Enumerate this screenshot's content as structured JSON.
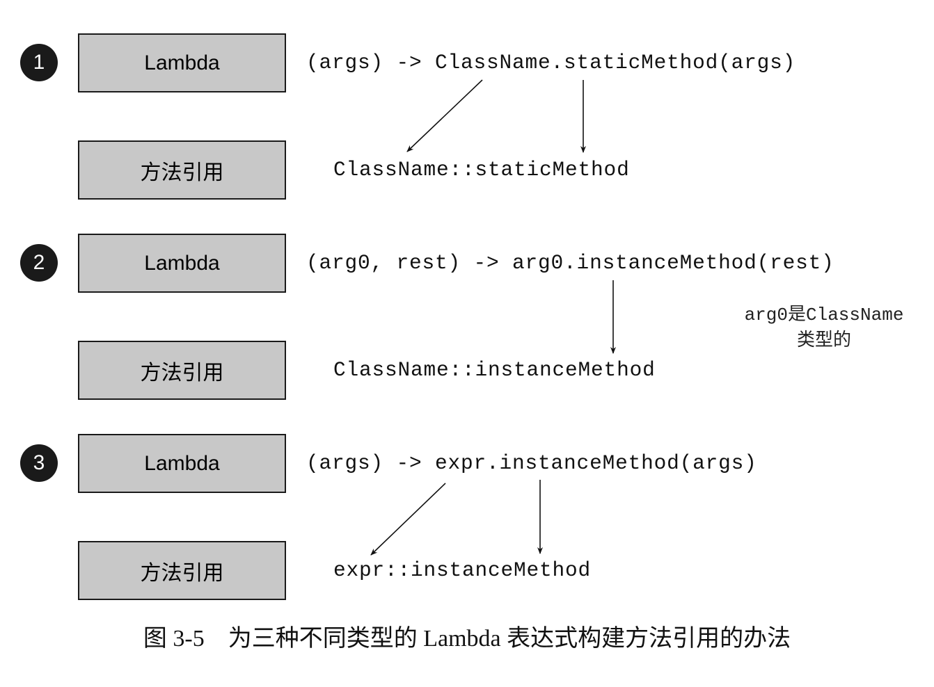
{
  "rows": [
    {
      "number": "1",
      "lambda_label": "Lambda",
      "ref_label": "方法引用",
      "lambda_code": "(args) -> ClassName.staticMethod(args)",
      "ref_code": "ClassName::staticMethod"
    },
    {
      "number": "2",
      "lambda_label": "Lambda",
      "ref_label": "方法引用",
      "lambda_code": "(arg0, rest) -> arg0.instanceMethod(rest)",
      "ref_code": "ClassName::instanceMethod"
    },
    {
      "number": "3",
      "lambda_label": "Lambda",
      "ref_label": "方法引用",
      "lambda_code": "(args) -> expr.instanceMethod(args)",
      "ref_code": "expr::instanceMethod"
    }
  ],
  "note": {
    "part1": "arg0",
    "part2": "是",
    "part3": "ClassName",
    "line2": "类型的"
  },
  "caption": "图 3-5　为三种不同类型的 Lambda 表达式构建方法引用的办法"
}
